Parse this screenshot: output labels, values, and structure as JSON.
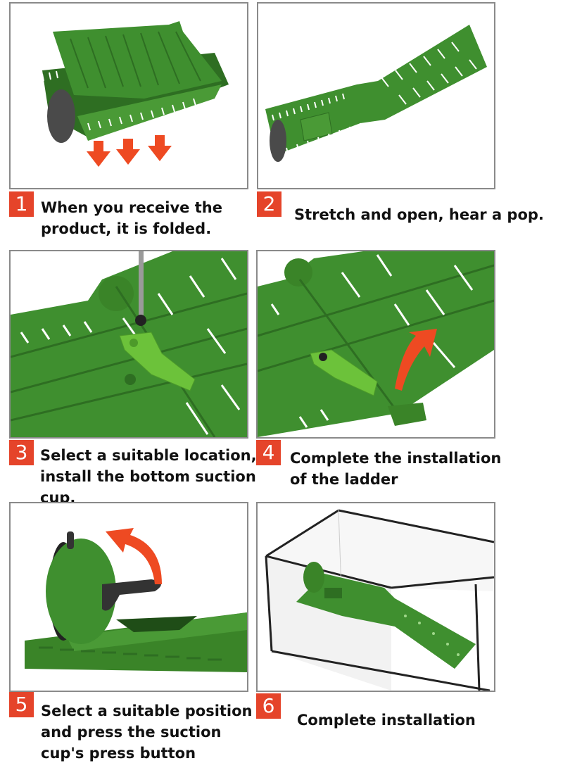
{
  "colors": {
    "badge": "#e5442a",
    "product_green": "#3f8f2f",
    "product_green_dark": "#2e6e22",
    "product_green_light": "#6cc23a",
    "arrow": "#ee4a22",
    "frame": "#8a8a8a",
    "suction_cup": "#4a4a4a"
  },
  "steps": [
    {
      "number": "1",
      "caption": "When you receive the\nproduct, it is folded.",
      "illustration": "folded-ladder-with-down-arrows"
    },
    {
      "number": "2",
      "caption": "Stretch and open, hear a pop.",
      "illustration": "unfolded-ladder"
    },
    {
      "number": "3",
      "caption": "Select a suitable location,\ninstall the bottom suction\ncup.",
      "illustration": "screwdriver-installing-clip"
    },
    {
      "number": "4",
      "caption": "Complete the installation\nof the ladder",
      "illustration": "installed-clip-with-up-arrow"
    },
    {
      "number": "5",
      "caption": "Select a suitable position\nand press the suction\ncup's press button",
      "illustration": "suction-cup-with-curved-arrow"
    },
    {
      "number": "6",
      "caption": "Complete installation",
      "illustration": "ladder-in-glass-tank"
    }
  ]
}
